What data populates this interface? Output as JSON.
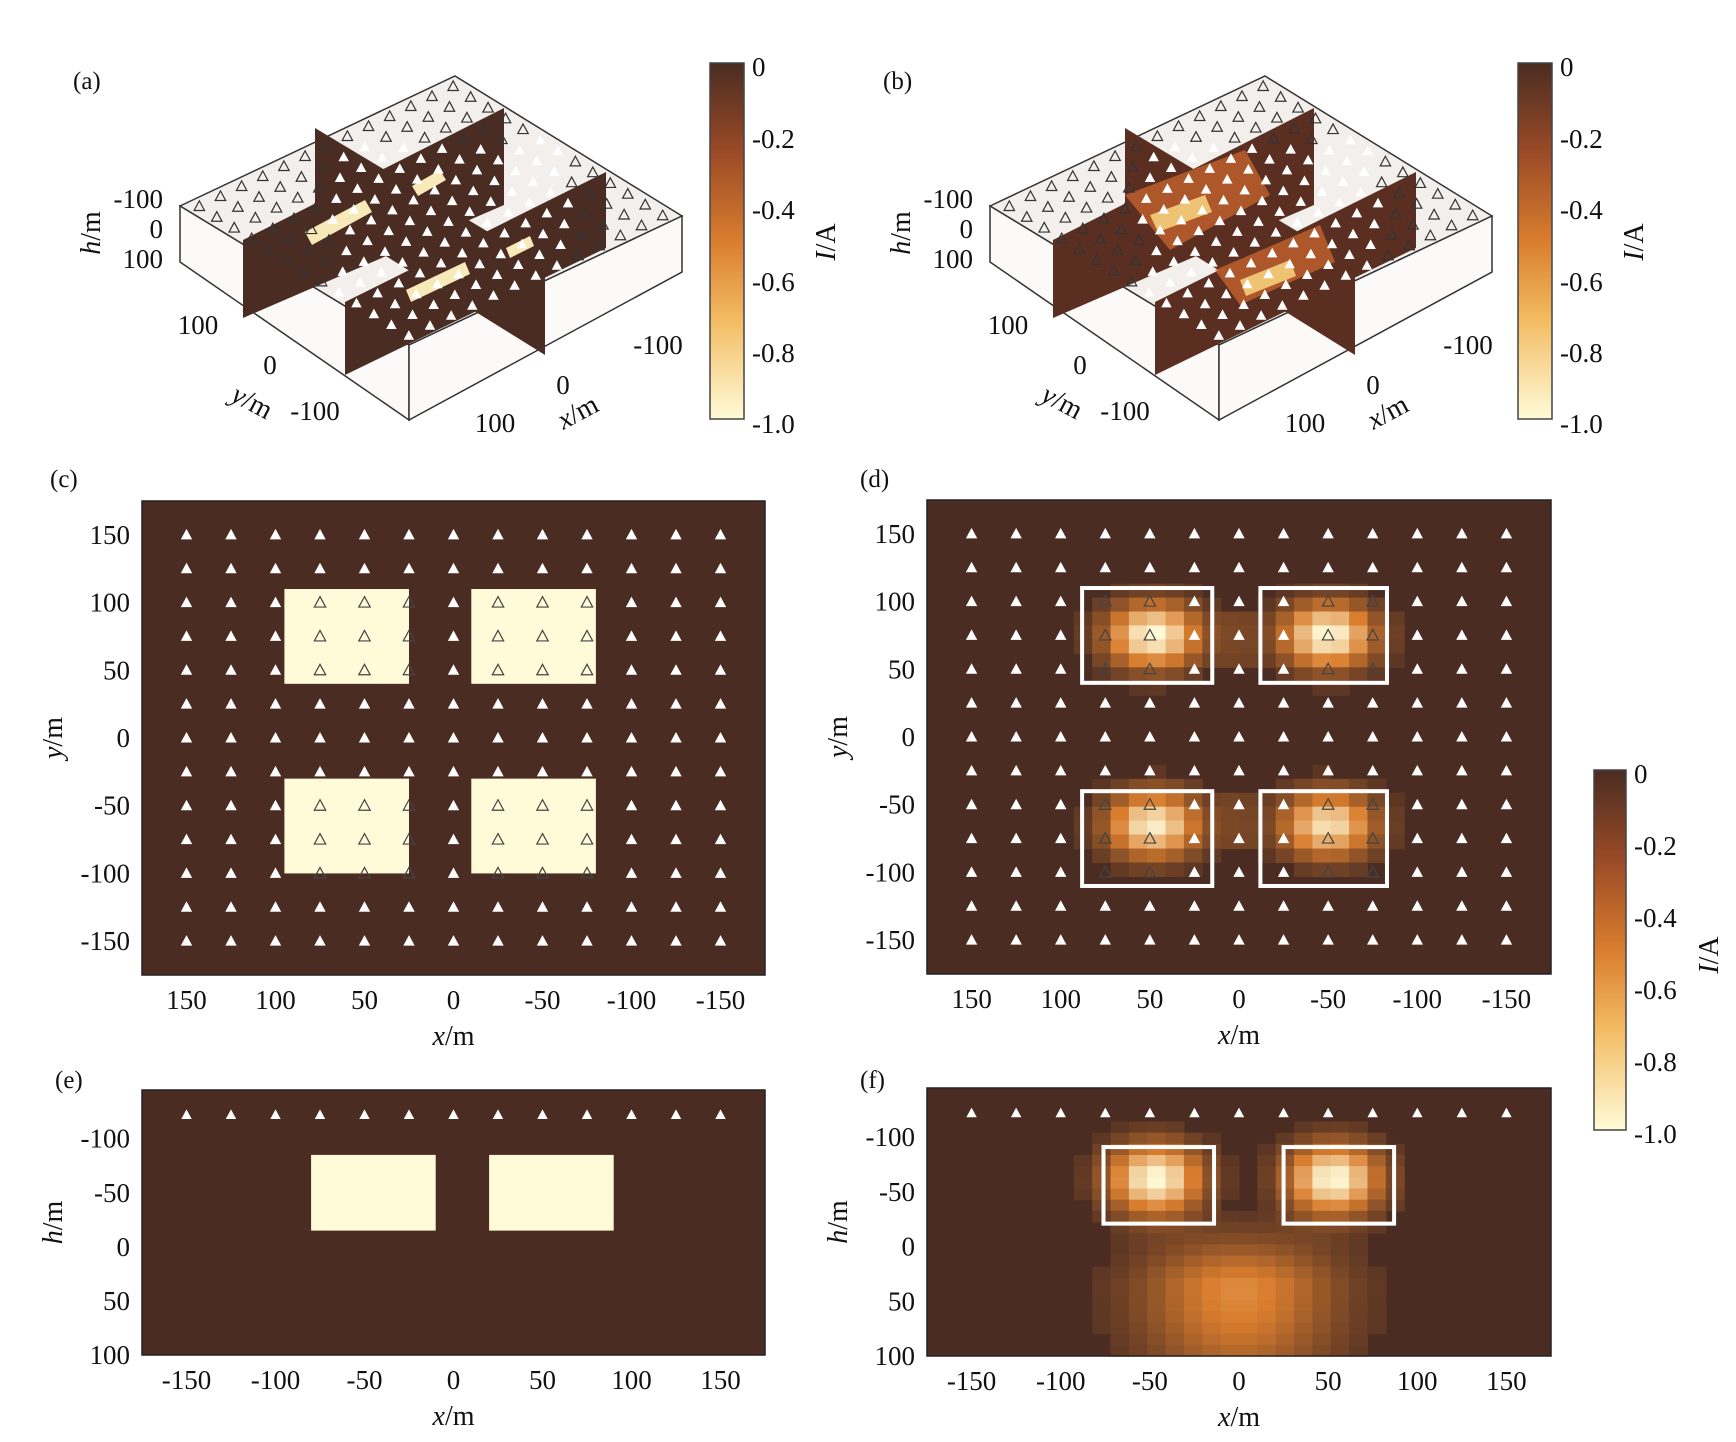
{
  "colormap": {
    "dark": "#4a2c22",
    "mid": "#d97d2e",
    "light": "#fffbd8"
  },
  "colorbar": {
    "label_var": "I",
    "label_unit": "/A",
    "ticks": [
      "0",
      "-0.2",
      "-0.4",
      "-0.6",
      "-0.8",
      "-1.0"
    ]
  },
  "chart_data": [
    {
      "panel": "(a)",
      "type": "heatmap",
      "projection": "3d-slices",
      "xlabel_var": "x",
      "xlabel_unit": "/m",
      "ylabel_var": "y",
      "ylabel_unit": "/m",
      "zlabel_var": "h",
      "zlabel_unit": "/m",
      "x_ticks": [
        "-100",
        "0",
        "100"
      ],
      "y_ticks": [
        "100",
        "0",
        "-100"
      ],
      "z_ticks": [
        "-100",
        "0",
        "100"
      ],
      "value_range": [
        -1.0,
        0
      ]
    },
    {
      "panel": "(b)",
      "type": "heatmap",
      "projection": "3d-slices",
      "xlabel_var": "x",
      "xlabel_unit": "/m",
      "ylabel_var": "y",
      "ylabel_unit": "/m",
      "zlabel_var": "h",
      "zlabel_unit": "/m",
      "x_ticks": [
        "-100",
        "0",
        "100"
      ],
      "y_ticks": [
        "100",
        "0",
        "-100"
      ],
      "z_ticks": [
        "-100",
        "0",
        "100"
      ],
      "value_range": [
        -1.0,
        0
      ]
    },
    {
      "panel": "(c)",
      "type": "heatmap",
      "xlabel_var": "x",
      "xlabel_unit": "/m",
      "ylabel_var": "y",
      "ylabel_unit": "/m",
      "xlim": [
        175,
        -175
      ],
      "ylim": [
        -175,
        175
      ],
      "x_ticks": [
        "150",
        "100",
        "50",
        "0",
        "-50",
        "-100",
        "-150"
      ],
      "y_ticks": [
        "150",
        "100",
        "50",
        "0",
        "-50",
        "-100",
        "-150"
      ],
      "background_value": 0,
      "blocks": [
        {
          "x": [
            25,
            95
          ],
          "y": [
            40,
            110
          ],
          "value": -1.0
        },
        {
          "x": [
            -80,
            -10
          ],
          "y": [
            40,
            110
          ],
          "value": -1.0
        },
        {
          "x": [
            25,
            95
          ],
          "y": [
            -100,
            -30
          ],
          "value": -1.0
        },
        {
          "x": [
            -80,
            -10
          ],
          "y": [
            -100,
            -30
          ],
          "value": -1.0
        }
      ],
      "stations_x": [
        150,
        125,
        100,
        75,
        50,
        25,
        0,
        -25,
        -50,
        -75,
        -100,
        -125,
        -150
      ],
      "stations_y": [
        150,
        125,
        100,
        75,
        50,
        25,
        0,
        -25,
        -50,
        -75,
        -100,
        -125,
        -150
      ]
    },
    {
      "panel": "(d)",
      "type": "heatmap",
      "xlabel_var": "x",
      "xlabel_unit": "/m",
      "ylabel_var": "y",
      "ylabel_unit": "/m",
      "xlim": [
        175,
        -175
      ],
      "ylim": [
        -175,
        175
      ],
      "x_ticks": [
        "150",
        "100",
        "50",
        "0",
        "-50",
        "-100",
        "-150"
      ],
      "y_ticks": [
        "150",
        "100",
        "50",
        "0",
        "-50",
        "-100",
        "-150"
      ],
      "background_value": 0,
      "anomalies": [
        {
          "x": 48,
          "y": 75,
          "value": -1.0
        },
        {
          "x": -50,
          "y": 75,
          "value": -1.0
        },
        {
          "x": 48,
          "y": -65,
          "value": -0.95
        },
        {
          "x": -50,
          "y": -65,
          "value": -0.9
        }
      ],
      "outlines": [
        {
          "x": [
            15,
            88
          ],
          "y": [
            40,
            110
          ]
        },
        {
          "x": [
            -83,
            -12
          ],
          "y": [
            40,
            110
          ]
        },
        {
          "x": [
            15,
            88
          ],
          "y": [
            -110,
            -40
          ]
        },
        {
          "x": [
            -83,
            -12
          ],
          "y": [
            -110,
            -40
          ]
        }
      ],
      "stations_x": [
        150,
        125,
        100,
        75,
        50,
        25,
        0,
        -25,
        -50,
        -75,
        -100,
        -125,
        -150
      ],
      "stations_y": [
        150,
        125,
        100,
        75,
        50,
        25,
        0,
        -25,
        -50,
        -75,
        -100,
        -125,
        -150
      ]
    },
    {
      "panel": "(e)",
      "type": "heatmap",
      "xlabel_var": "x",
      "xlabel_unit": "/m",
      "ylabel_var": "h",
      "ylabel_unit": "/m",
      "xlim": [
        -175,
        175
      ],
      "ylim": [
        100,
        -145
      ],
      "x_ticks": [
        "-150",
        "-100",
        "-50",
        "0",
        "50",
        "100",
        "150"
      ],
      "y_ticks": [
        "-100",
        "-50",
        "0",
        "50",
        "100"
      ],
      "background_value": 0,
      "blocks": [
        {
          "x": [
            -80,
            -10
          ],
          "h": [
            -85,
            -15
          ],
          "value": -1.0
        },
        {
          "x": [
            20,
            90
          ],
          "h": [
            -85,
            -15
          ],
          "value": -1.0
        }
      ],
      "stations_x": [
        -150,
        -125,
        -100,
        -75,
        -50,
        -25,
        0,
        25,
        50,
        75,
        100,
        125,
        150
      ],
      "stations_h": -122
    },
    {
      "panel": "(f)",
      "type": "heatmap",
      "xlabel_var": "x",
      "xlabel_unit": "/m",
      "ylabel_var": "h",
      "ylabel_unit": "/m",
      "xlim": [
        -175,
        175
      ],
      "ylim": [
        100,
        -145
      ],
      "x_ticks": [
        "-150",
        "-100",
        "-50",
        "0",
        "50",
        "100",
        "150"
      ],
      "y_ticks": [
        "-100",
        "-50",
        "0",
        "50",
        "100"
      ],
      "background_value": 0,
      "anomalies": [
        {
          "x": -47,
          "h": -62,
          "value": -1.0
        },
        {
          "x": 53,
          "h": -62,
          "value": -1.0
        }
      ],
      "outlines": [
        {
          "x": [
            -76,
            -14
          ],
          "h": [
            -91,
            -21
          ]
        },
        {
          "x": [
            25,
            87
          ],
          "h": [
            -91,
            -21
          ]
        }
      ],
      "stations_x": [
        -150,
        -125,
        -100,
        -75,
        -50,
        -25,
        0,
        25,
        50,
        75,
        100,
        125,
        150
      ],
      "stations_h": -122
    }
  ]
}
